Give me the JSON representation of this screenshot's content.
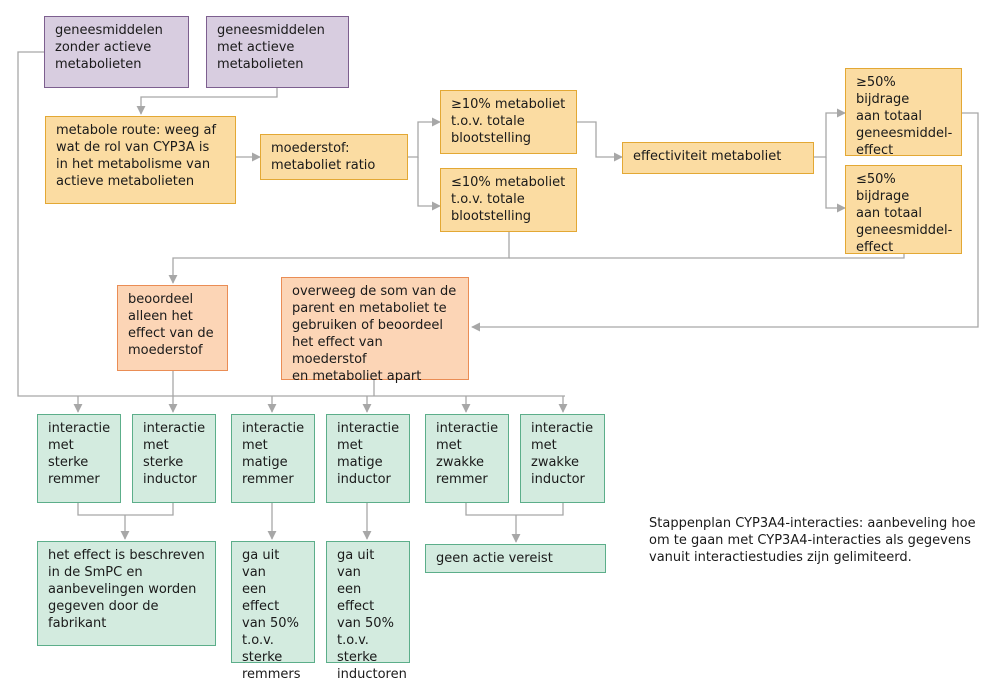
{
  "colors": {
    "purple_fill": "#d8cde0",
    "purple_stroke": "#7d5f8f",
    "yellow_fill": "#fbdca2",
    "yellow_stroke": "#e3a834",
    "orange_fill": "#fcd5b6",
    "orange_stroke": "#ea8d55",
    "green_fill": "#d3ebdf",
    "green_stroke": "#5cae8a",
    "connector": "#a7a7a7"
  },
  "nodes": {
    "drugs_without_active_metabolites": "geneesmiddelen\nzonder actieve\nmetabolieten",
    "drugs_with_active_metabolites": "geneesmiddelen\nmet actieve\nmetabolieten",
    "metabolic_route": "metabole route: weeg af\nwat de rol van CYP3A is\nin het metabolisme van\nactieve metabolieten",
    "parent_metabolite_ratio": "moederstof:\nmetaboliet ratio",
    "metabolite_ge10": "≥10% metaboliet\nt.o.v. totale\nblootstelling",
    "metabolite_le10": "≤10% metaboliet\nt.o.v. totale\nblootstelling",
    "metabolite_effectiveness": "effectiviteit metaboliet",
    "contribution_ge50": "≥50% bijdrage\naan totaal\ngeneesmiddel-\neffect",
    "contribution_le50": "≤50% bijdrage\naan totaal\ngeneesmiddel-\neffect",
    "assess_parent_only": "beoordeel\nalleen het\neffect van de\nmoederstof",
    "consider_sum": "overweeg de som van de\nparent en metaboliet te\ngebruiken of beoordeel\nhet effect van moederstof\nen metaboliet apart",
    "strong_inhibitor": "interactie\nmet\nsterke\nremmer",
    "strong_inductor": "interactie\nmet\nsterke\ninductor",
    "moderate_inhibitor": "interactie\nmet\nmatige\nremmer",
    "moderate_inductor": "interactie\nmet\nmatige\ninductor",
    "weak_inhibitor": "interactie\nmet\nzwakke\nremmer",
    "weak_inductor": "interactie\nmet\nzwakke\ninductor",
    "effect_described_smpc": "het effect is beschreven\nin de SmPC en\naanbevelingen worden\ngegeven door de\nfabrikant",
    "assume_50_inhibitors": "ga uit van\neen effect\nvan 50%\nt.o.v.\nsterke\nremmers",
    "assume_50_inductors": "ga uit van\neen effect\nvan 50%\nt.o.v.\nsterke\ninductoren",
    "no_action_required": "geen actie vereist"
  },
  "caption": "Stappenplan CYP3A4-interacties: aanbeveling hoe\nom te gaan met CYP3A4-interacties als gegevens\nvanuit interactiestudies zijn gelimiteerd."
}
